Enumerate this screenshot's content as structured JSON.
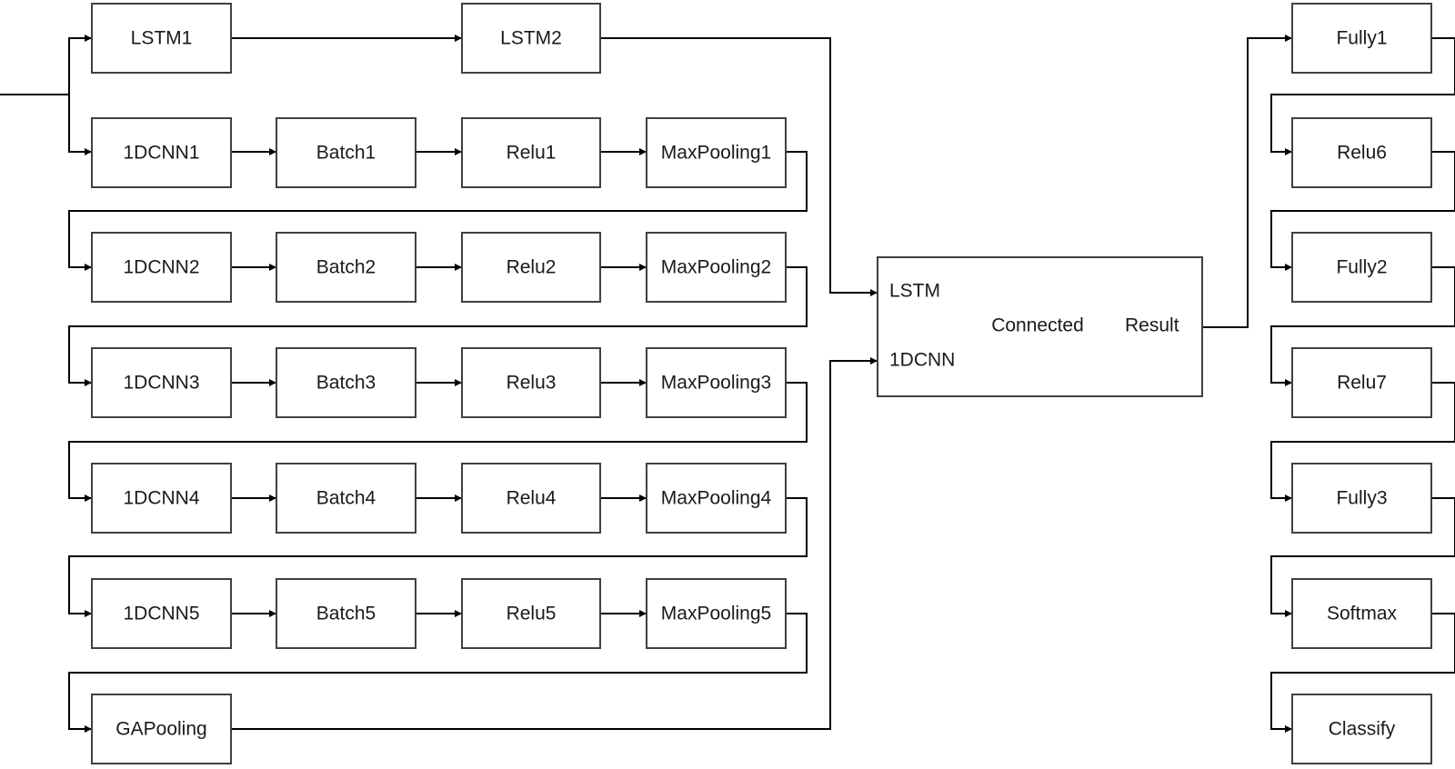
{
  "lstm_branch": [
    "LSTM1",
    "LSTM2"
  ],
  "cnn_rows": [
    [
      "1DCNN1",
      "Batch1",
      "Relu1",
      "MaxPooling1"
    ],
    [
      "1DCNN2",
      "Batch2",
      "Relu2",
      "MaxPooling2"
    ],
    [
      "1DCNN3",
      "Batch3",
      "Relu3",
      "MaxPooling3"
    ],
    [
      "1DCNN4",
      "Batch4",
      "Relu4",
      "MaxPooling4"
    ],
    [
      "1DCNN5",
      "Batch5",
      "Relu5",
      "MaxPooling5"
    ]
  ],
  "gap_pooling": "GAPooling",
  "merge": {
    "lstm_input": "LSTM",
    "cnn_input": "1DCNN",
    "center": "Connected",
    "output": "Result"
  },
  "head": [
    "Fully1",
    "Relu6",
    "Fully2",
    "Relu7",
    "Fully3",
    "Softmax",
    "Classify"
  ]
}
